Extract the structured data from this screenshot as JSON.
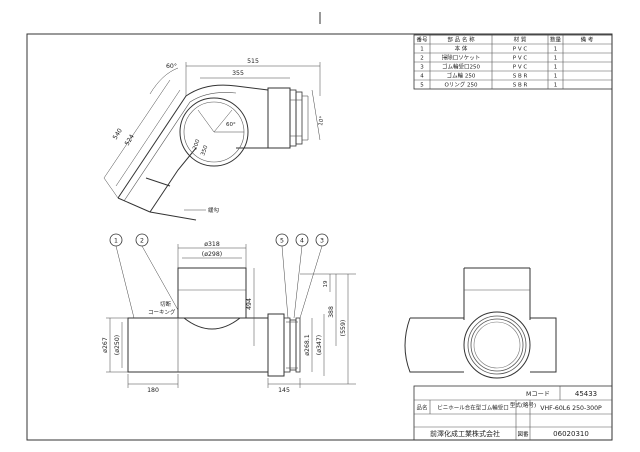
{
  "parts_table": {
    "headers": [
      "番号",
      "部 品 名 称",
      "材 質",
      "数量",
      "備 考"
    ],
    "rows": [
      [
        "1",
        "本 体",
        "P V C",
        "1",
        ""
      ],
      [
        "2",
        "掃除口ソケット",
        "P V C",
        "1",
        ""
      ],
      [
        "3",
        "ゴム輪受口250",
        "P V C",
        "1",
        ""
      ],
      [
        "4",
        "ゴム輪 250",
        "S B R",
        "1",
        ""
      ],
      [
        "5",
        "Oリング 250",
        "S B R",
        "1",
        ""
      ]
    ]
  },
  "top_view": {
    "angle_label": "60°",
    "width_515": "515",
    "width_355": "355",
    "length_540": "540",
    "length_524": "524",
    "angle_10": "10°",
    "angle_60_inner": "60°",
    "inner_dim_a": "200",
    "inner_dim_b": "350",
    "marker_label": "緩勾"
  },
  "front_view": {
    "balloons": [
      "1",
      "2",
      "5",
      "4",
      "3"
    ],
    "dim_318": "ø318",
    "dim_298": "(ø298)",
    "dim_494": "494",
    "dim_267": "ø267",
    "dim_250": "(ø250)",
    "dim_180": "180",
    "dim_145": "145",
    "dim_268": "ø268.1",
    "dim_347": "(ø347)",
    "dim_19": "19",
    "dim_388": "388",
    "dim_559": "(559)",
    "label_cut": "切断",
    "label_caulk": "コーキング"
  },
  "title_block": {
    "code_label": "Mコード",
    "code_value": "45433",
    "name_label": "品名",
    "name_value": "ビニホール合在型ゴム輪受口",
    "model_label": "型式(略号)",
    "model_value": "VHF-60L6 250-300P",
    "company": "前澤化成工業株式会社",
    "drawing_no_label": "図番",
    "drawing_no": "06020310"
  }
}
